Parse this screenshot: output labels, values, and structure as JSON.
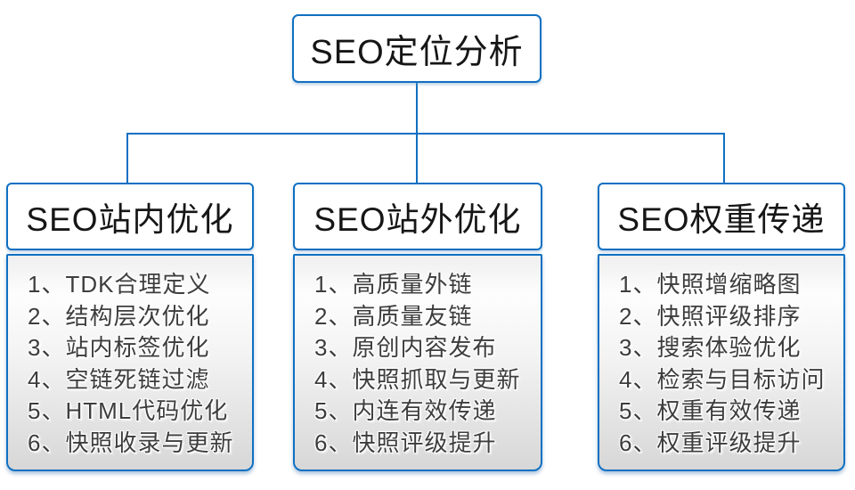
{
  "root": {
    "title": "SEO定位分析"
  },
  "columns": [
    {
      "header": "SEO站内优化",
      "items": [
        "1、TDK合理定义",
        "2、结构层次优化",
        "3、站内标签优化",
        "4、空链死链过滤",
        "5、HTML代码优化",
        "6、快照收录与更新"
      ]
    },
    {
      "header": "SEO站外优化",
      "items": [
        "1、高质量外链",
        "2、高质量友链",
        "3、原创内容发布",
        "4、快照抓取与更新",
        "5、内连有效传递",
        "6、快照评级提升"
      ]
    },
    {
      "header": "SEO权重传递",
      "items": [
        "1、快照增缩略图",
        "2、快照评级排序",
        "3、搜索体验优化",
        "4、检索与目标访问",
        "5、权重有效传递",
        "6、权重评级提升"
      ]
    }
  ],
  "colors": {
    "accent_blue": "#0f70c2",
    "header_text": "#161616",
    "item_text": "#3d3d3d",
    "list_gradient_top": "#efefef",
    "list_gradient_bottom": "#d7d7d7"
  }
}
